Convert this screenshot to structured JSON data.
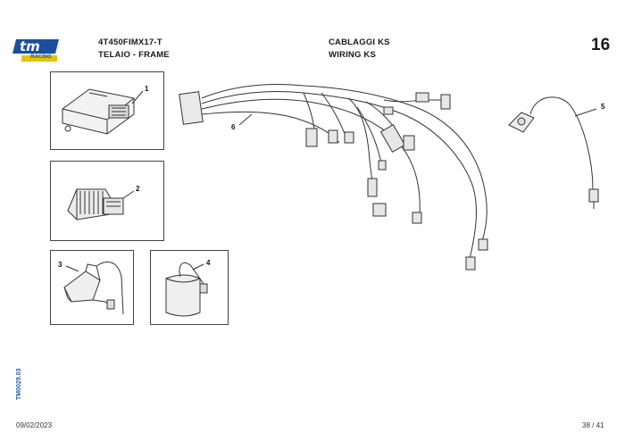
{
  "header": {
    "model": "4T450FIMX17-T",
    "section_it": "TELAIO - FRAME",
    "group_it": "CABLAGGI KS",
    "group_en": "WIRING KS",
    "page_number": "16"
  },
  "logo": {
    "brand": "tm",
    "subbrand": "RACING",
    "brand_color": "#1d4fa0",
    "accent_color": "#e8c200"
  },
  "side_code": "TM0029.03",
  "footer": {
    "date": "09/02/2023",
    "page": "38 / 41"
  },
  "callouts": {
    "c1": "1",
    "c2": "2",
    "c3": "3",
    "c4": "4",
    "c5": "5",
    "c6": "6"
  },
  "parts": [
    {
      "ref": "1",
      "icon": "ecu-module-icon"
    },
    {
      "ref": "2",
      "icon": "voltage-regulator-icon"
    },
    {
      "ref": "3",
      "icon": "ignition-coil-icon"
    },
    {
      "ref": "4",
      "icon": "relay-icon"
    },
    {
      "ref": "5",
      "icon": "sensor-cable-icon"
    },
    {
      "ref": "6",
      "icon": "main-wiring-harness-icon"
    }
  ]
}
